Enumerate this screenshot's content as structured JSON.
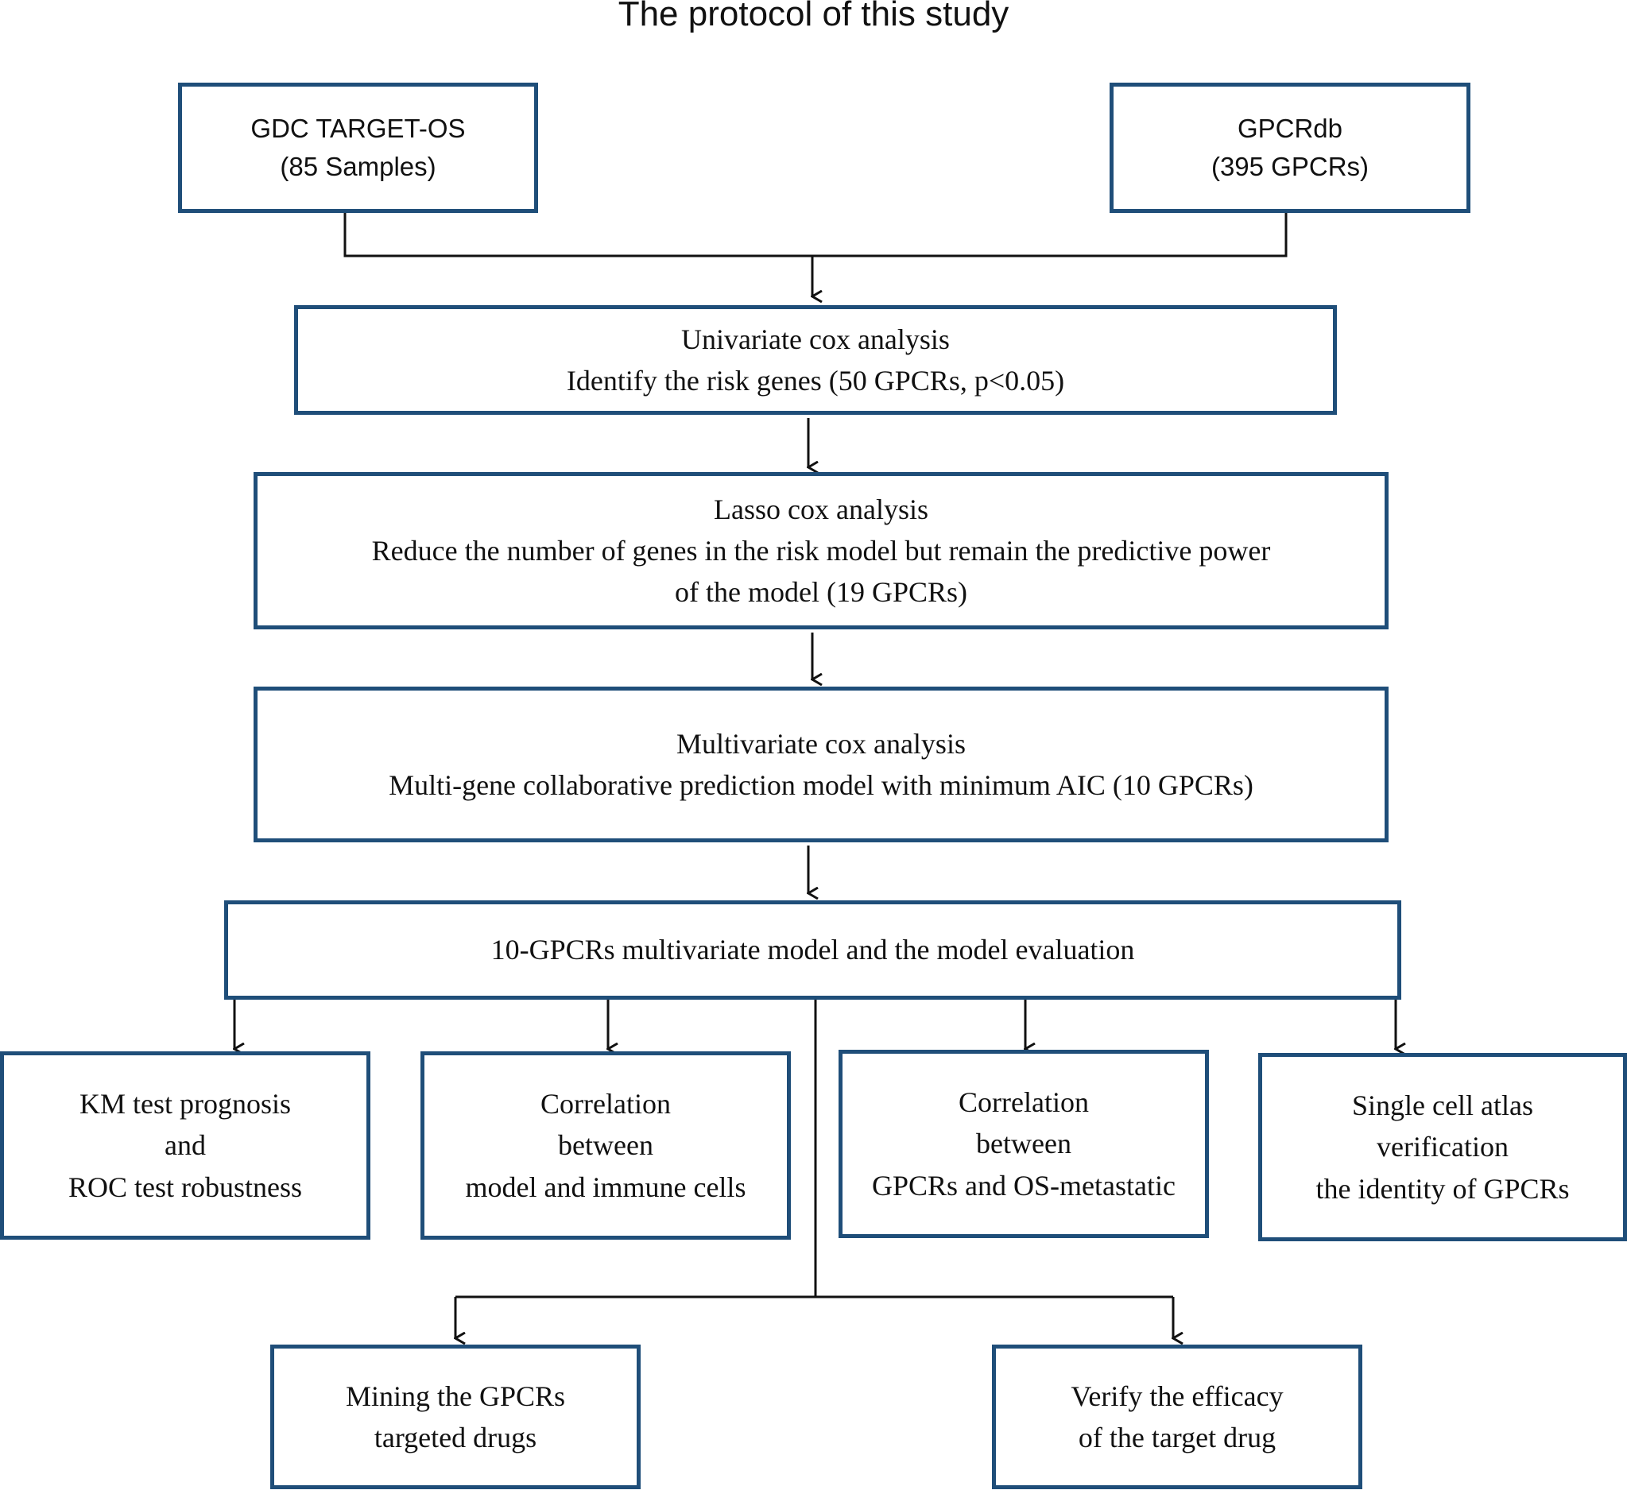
{
  "title": "The protocol of this study",
  "colors": {
    "box_border": "#1f4e79",
    "connector": "#111111"
  },
  "nodes": {
    "gdc": {
      "lines": [
        "GDC TARGET-OS",
        "(85 Samples)"
      ]
    },
    "gpcrdb": {
      "lines": [
        "GPCRdb",
        "(395 GPCRs)"
      ]
    },
    "univariate": {
      "lines": [
        "Univariate cox analysis",
        "Identify the risk genes (50 GPCRs, p<0.05)"
      ]
    },
    "lasso": {
      "lines": [
        "Lasso cox analysis",
        "Reduce the number of genes in the risk model but remain the predictive power",
        "of the model (19 GPCRs)"
      ]
    },
    "multivariate": {
      "lines": [
        "Multivariate cox analysis",
        "Multi-gene collaborative prediction model with minimum AIC (10 GPCRs)"
      ]
    },
    "model": {
      "lines": [
        "10-GPCRs multivariate model and the model evaluation"
      ]
    },
    "km": {
      "lines": [
        "KM  test prognosis",
        "and",
        "ROC test robustness"
      ]
    },
    "immune": {
      "lines": [
        "Correlation",
        "between",
        "model and immune cells"
      ]
    },
    "metastatic": {
      "lines": [
        "Correlation",
        "between",
        "GPCRs and OS-metastatic"
      ]
    },
    "singlecell": {
      "lines": [
        "Single cell atlas",
        "verification",
        "the identity of GPCRs"
      ]
    },
    "mining": {
      "lines": [
        "Mining the GPCRs",
        "targeted drugs"
      ]
    },
    "verify": {
      "lines": [
        "Verify the efficacy",
        "of the target drug"
      ]
    }
  }
}
